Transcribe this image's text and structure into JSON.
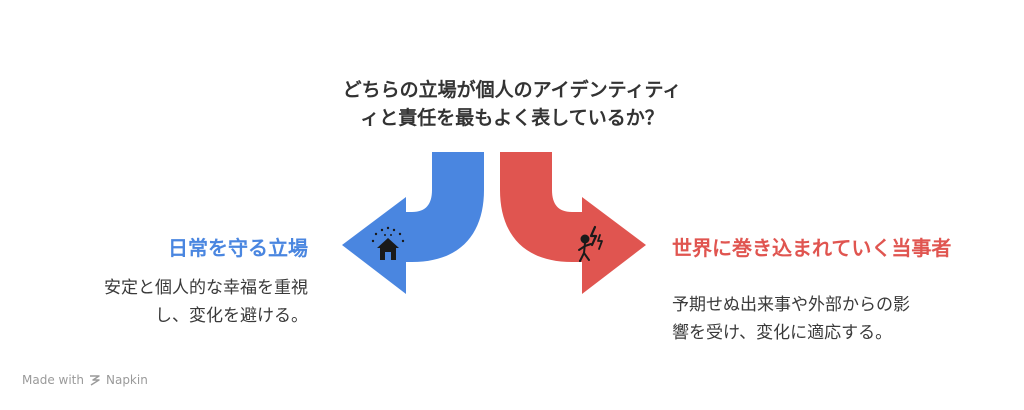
{
  "question": {
    "line1": "どちらの立場が個人のアイデンティティ",
    "line2": "ィと責任を最もよく表しているか？"
  },
  "left": {
    "title": "日常を守る立場",
    "desc_line1": "安定と個人的な幸福を重視",
    "desc_line2": "し、変化を避ける。",
    "color": "#4a86e0",
    "icon": "house-icon"
  },
  "right": {
    "title": "世界に巻き込まれていく当事者",
    "desc_line1": "予期せぬ出来事や外部からの影",
    "desc_line2": "響を受け、変化に適応する。",
    "color": "#e05550",
    "icon": "lightning-person-icon"
  },
  "footer": {
    "made_with": "Made with",
    "brand": "Napkin"
  }
}
